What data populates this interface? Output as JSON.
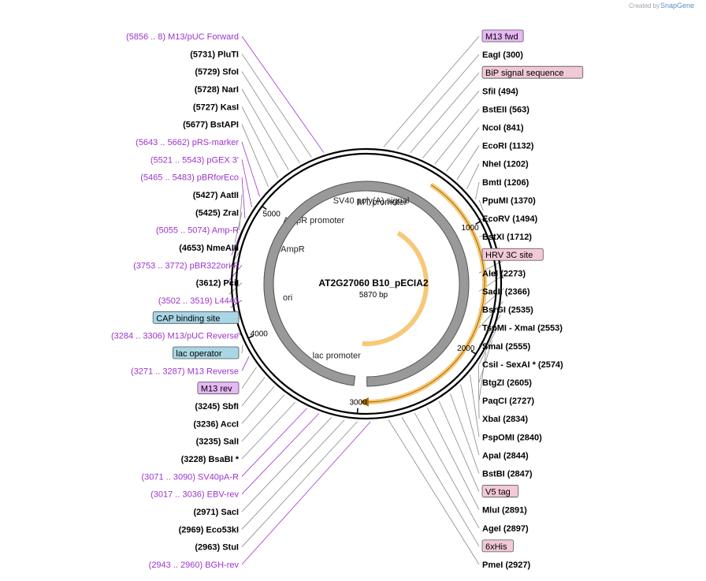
{
  "credit": {
    "created_by": "Created by",
    "brand": "SnapGene"
  },
  "plasmid": {
    "name": "AT2G27060 B10_pECIA2",
    "length": "5870 bp",
    "total": 5870
  },
  "ticks": [
    {
      "pos": 1000,
      "label": "1000"
    },
    {
      "pos": 2000,
      "label": "2000"
    },
    {
      "pos": 3000,
      "label": "3000"
    },
    {
      "pos": 4000,
      "label": "4000"
    },
    {
      "pos": 5000,
      "label": "5000"
    }
  ],
  "features": [
    {
      "name": "MT promoter",
      "start": 5870,
      "end": 370,
      "strand": 1,
      "color": "#ffffff",
      "stroke": "#555555",
      "kind": "promoter"
    },
    {
      "name": "AmpR promoter",
      "start": 5290,
      "end": 5120,
      "strand": -1,
      "color": "#ffffff",
      "stroke": "#555555",
      "kind": "promoter"
    },
    {
      "name": "AmpR",
      "start": 5110,
      "end": 4460,
      "strand": -1,
      "color": "#ccffcc",
      "stroke": "#336633",
      "kind": "cds"
    },
    {
      "name": "ori",
      "start": 4420,
      "end": 4000,
      "strand": -1,
      "color": "#ffff00",
      "stroke": "#999900",
      "kind": "origin"
    },
    {
      "name": "lac promoter",
      "start": 3330,
      "end": 3250,
      "strand": -1,
      "color": "#ffffff",
      "stroke": "#555555",
      "kind": "promoter"
    },
    {
      "name": "SV40 poly(A) signal",
      "start": 3050,
      "end": 2930,
      "strand": 0,
      "color": "#999999",
      "stroke": "#555555",
      "kind": "misc"
    }
  ],
  "left_labels": [
    {
      "text": "(5856 .. 8)  M13/pUC Forward",
      "style": "primer"
    },
    {
      "text": "(5731)  PluTI",
      "style": "enzyme"
    },
    {
      "text": "(5729)  SfoI",
      "style": "enzyme"
    },
    {
      "text": "(5728)  NarI",
      "style": "enzyme"
    },
    {
      "text": "(5727)  KasI",
      "style": "enzyme"
    },
    {
      "text": "(5677)  BstAPI",
      "style": "enzyme"
    },
    {
      "text": "(5643 .. 5662)  pRS-marker",
      "style": "primer"
    },
    {
      "text": "(5521 .. 5543)  pGEX 3'",
      "style": "primer"
    },
    {
      "text": "(5465 .. 5483)  pBRforEco",
      "style": "primer"
    },
    {
      "text": "(5427)  AatII",
      "style": "enzyme"
    },
    {
      "text": "(5425)  ZraI",
      "style": "enzyme"
    },
    {
      "text": "(5055 .. 5074)  Amp-R",
      "style": "primer"
    },
    {
      "text": "(4653)  NmeAIII",
      "style": "enzyme"
    },
    {
      "text": "(3753 .. 3772)  pBR322ori-F",
      "style": "primer"
    },
    {
      "text": "(3612)  PciI",
      "style": "enzyme"
    },
    {
      "text": "(3502 .. 3519)  L4440",
      "style": "primer"
    },
    {
      "text": "CAP binding site",
      "style": "boxed_blue"
    },
    {
      "text": "(3284 .. 3306)  M13/pUC Reverse",
      "style": "primer"
    },
    {
      "text": "lac operator",
      "style": "boxed_blue"
    },
    {
      "text": "(3271 .. 3287)  M13 Reverse",
      "style": "primer"
    },
    {
      "text": "M13 rev",
      "style": "boxed_purple"
    },
    {
      "text": "(3245)  SbfI",
      "style": "enzyme"
    },
    {
      "text": "(3236)  AccI",
      "style": "enzyme"
    },
    {
      "text": "(3235)  SalI",
      "style": "enzyme"
    },
    {
      "text": "(3228)  BsaBI *",
      "style": "enzyme"
    },
    {
      "text": "(3071 .. 3090)  SV40pA-R",
      "style": "primer"
    },
    {
      "text": "(3017 .. 3036)  EBV-rev",
      "style": "primer"
    },
    {
      "text": "(2971)  SacI",
      "style": "enzyme"
    },
    {
      "text": "(2969)  Eco53kI",
      "style": "enzyme"
    },
    {
      "text": "(2963)  StuI",
      "style": "enzyme"
    },
    {
      "text": "(2943 .. 2960)  BGH-rev",
      "style": "primer"
    }
  ],
  "right_labels": [
    {
      "text": "M13 fwd",
      "style": "boxed_purple"
    },
    {
      "text": "EagI  (300)",
      "style": "enzyme"
    },
    {
      "text": "BiP signal sequence",
      "style": "boxed_pink"
    },
    {
      "text": "SfiI  (494)",
      "style": "enzyme"
    },
    {
      "text": "BstEII  (563)",
      "style": "enzyme"
    },
    {
      "text": "NcoI  (841)",
      "style": "enzyme"
    },
    {
      "text": "EcoRI  (1132)",
      "style": "enzyme"
    },
    {
      "text": "NheI  (1202)",
      "style": "enzyme"
    },
    {
      "text": "BmtI  (1206)",
      "style": "enzyme"
    },
    {
      "text": "PpuMI  (1370)",
      "style": "enzyme"
    },
    {
      "text": "EcoRV  (1494)",
      "style": "enzyme"
    },
    {
      "text": "BstXI  (1712)",
      "style": "enzyme"
    },
    {
      "text": "HRV 3C site",
      "style": "boxed_pink"
    },
    {
      "text": "AleI  (2273)",
      "style": "enzyme"
    },
    {
      "text": "SacII  (2366)",
      "style": "enzyme"
    },
    {
      "text": "BsrGI  (2535)",
      "style": "enzyme"
    },
    {
      "text": "TspMI  - XmaI  (2553)",
      "style": "enzyme"
    },
    {
      "text": "SmaI  (2555)",
      "style": "enzyme"
    },
    {
      "text": "CsiI  - SexAI *  (2574)",
      "style": "enzyme"
    },
    {
      "text": "BtgZI  (2605)",
      "style": "enzyme"
    },
    {
      "text": "PaqCI  (2727)",
      "style": "enzyme"
    },
    {
      "text": "XbaI  (2834)",
      "style": "enzyme"
    },
    {
      "text": "PspOMI  (2840)",
      "style": "enzyme"
    },
    {
      "text": "ApaI  (2844)",
      "style": "enzyme"
    },
    {
      "text": "BstBI  (2847)",
      "style": "enzyme"
    },
    {
      "text": "V5 tag",
      "style": "boxed_pink"
    },
    {
      "text": "MluI  (2891)",
      "style": "enzyme"
    },
    {
      "text": "AgeI  (2897)",
      "style": "enzyme"
    },
    {
      "text": "6xHis",
      "style": "boxed_pink"
    },
    {
      "text": "PmeI  (2927)",
      "style": "enzyme"
    }
  ],
  "colors": {
    "primer": "#9d33cc",
    "enzyme": "#000000",
    "boxed_purple_fill": "#e6b8f5",
    "boxed_pink_fill": "#f2c9d8",
    "boxed_blue_fill": "#a9d6e6",
    "orf_highlight": "#f6c878"
  }
}
